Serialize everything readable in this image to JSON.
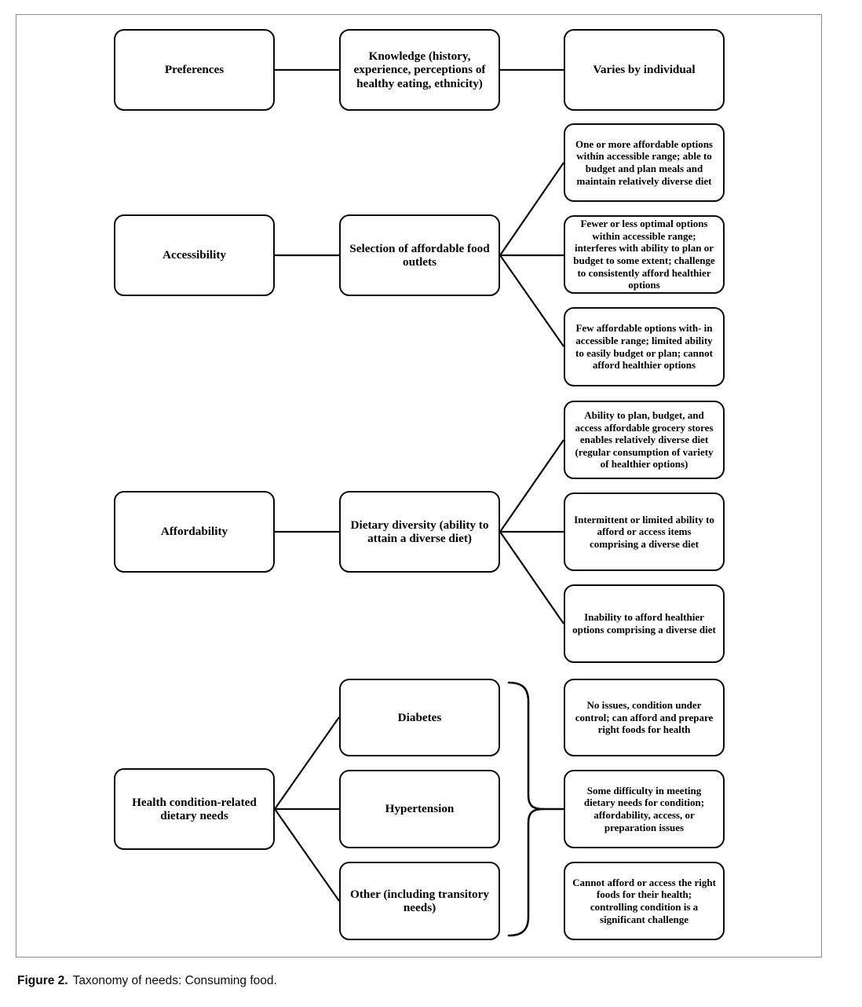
{
  "figure": {
    "caption_label": "Figure 2.",
    "caption_text": "Taxonomy of needs: Consuming food.",
    "frame_color": "#8a8a8a",
    "box_border_color": "#0b0b0b",
    "background": "#ffffff"
  },
  "groups": [
    {
      "id": "preferences",
      "category": "Preferences",
      "dimension": "Knowledge (history, experience, perceptions of healthy eating, ethnicity)",
      "outcomes": [
        "Varies by individual"
      ]
    },
    {
      "id": "accessibility",
      "category": "Accessibility",
      "dimension": "Selection of affordable food outlets",
      "outcomes": [
        "One or more affordable options within accessible range; able to budget and plan meals and maintain relatively diverse diet",
        "Fewer or less optimal options within accessible range; interferes with ability to plan or budget to some extent; challenge to consistently afford healthier options",
        "Few affordable options with- in accessible range; limited ability to easily budget or plan; cannot afford healthier options"
      ]
    },
    {
      "id": "affordability",
      "category": "Affordability",
      "dimension": "Dietary diversity (ability to attain a diverse diet)",
      "outcomes": [
        "Ability to plan, budget, and access affordable grocery stores enables relatively diverse diet (regular consumption of variety of healthier options)",
        "Intermittent or limited ability to afford or access items comprising a diverse diet",
        "Inability to afford healthier options comprising a diverse diet"
      ]
    },
    {
      "id": "health-conditions",
      "category": "Health condition-related dietary needs",
      "conditions": [
        "Diabetes",
        "Hypertension",
        "Other (including transitory needs)"
      ],
      "outcomes": [
        "No issues, condition under control; can afford and prepare right foods for health",
        "Some difficulty in meeting dietary needs for condition; affordability, access, or preparation issues",
        "Cannot afford or access the right foods for their health; controlling condition is a significant challenge"
      ]
    }
  ]
}
